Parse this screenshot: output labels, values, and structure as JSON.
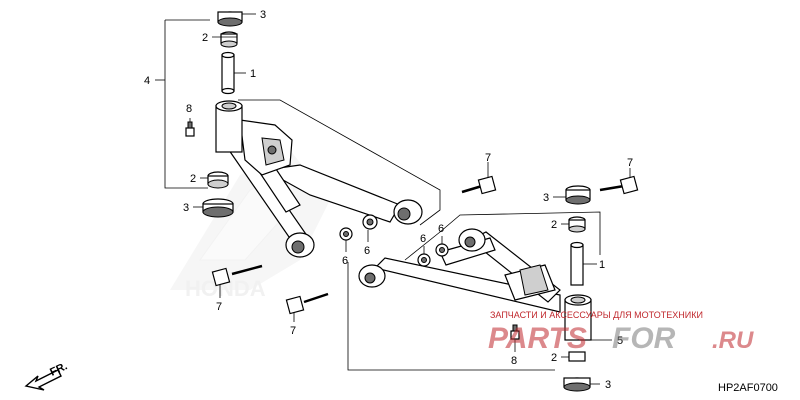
{
  "labels": {
    "p1": "1",
    "p2": "2",
    "p3": "3",
    "p4": "4",
    "p5": "5",
    "p6": "6",
    "p7": "7",
    "p8": "8"
  },
  "direction_label": "FR.",
  "diagram_code": "HP2AF0700",
  "watermark": {
    "caption": "ЗАПЧАСТИ И АКСЕССУАРЫ ДЛЯ МОТОТЕХНИКИ",
    "logo_left": "PARTS",
    "logo_o": "FOR",
    "logo_tld": ".RU",
    "brand": "HONDA"
  },
  "colors": {
    "ink": "#000000",
    "part_fill": "#ffffff",
    "shade": "#cfcfcf",
    "watermark_red": "#c0282d",
    "watermark_gray": "#d8d8d8"
  }
}
